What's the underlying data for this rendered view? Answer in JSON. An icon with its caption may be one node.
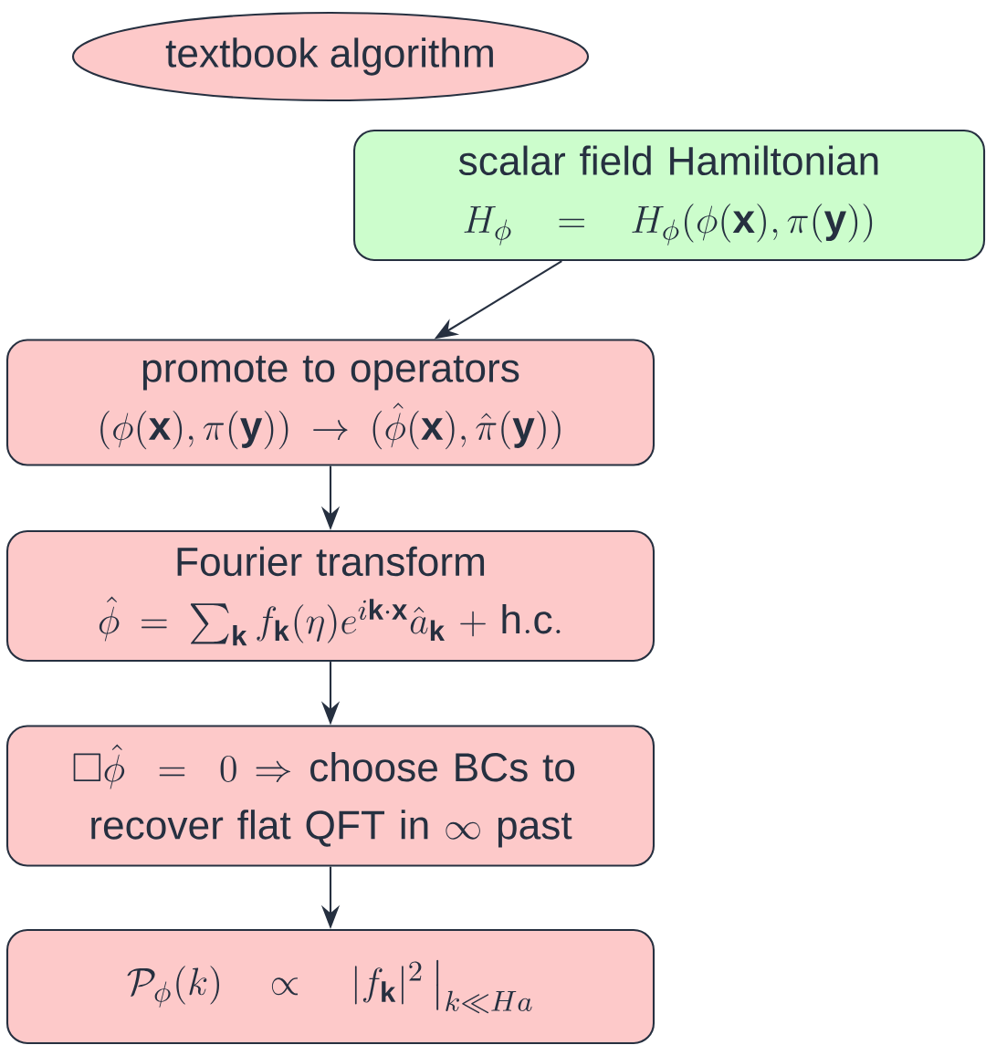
{
  "diagram": {
    "nodes": [
      {
        "text": [
          "textbook algorithm"
        ]
      },
      {
        "text": [
          "scalar field Hamiltonian",
          "H_{\\phi} \\;=\\; H_{\\phi}(\\phi(\\mathbf{x}),\\pi(\\mathbf{y}))"
        ]
      },
      {
        "text": [
          "promote to operators",
          "(\\phi(\\mathbf{x}),\\pi(\\mathbf{y})) \\to (\\hat{\\phi}(\\mathbf{x}),\\hat{\\pi}(\\mathbf{y}))"
        ]
      },
      {
        "text": [
          "Fourier transform",
          "\\hat{\\phi} = \\sum_{\\mathbf{k}} f_{\\mathbf{k}}(\\eta) e^{i\\mathbf{k}\\cdot\\mathbf{x}}\\hat{a}_{\\mathbf{k}} + \\mathrm{h.c.}"
        ]
      },
      {
        "text": [
          "\\Box\\hat{\\phi} \\;=\\; 0 \\Rightarrow \\mbox{choose BCs to }\\allowbreak\\mbox{recover flat QFT in }\\infty\\mbox{ past}"
        ]
      },
      {
        "text": [
          "\\mathcal{P}_{\\phi}(k) \\;\\propto\\; \\left.|f_{\\mathbf{k}}|^2\\,\\right|_{k\\ll Ha}"
        ]
      }
    ],
    "edges": [
      {
        "from": 1,
        "to": 2,
        "arrow": "to"
      },
      {
        "from": 2,
        "to": 3,
        "arrow": "to"
      },
      {
        "from": 3,
        "to": 4,
        "arrow": "to"
      },
      {
        "from": 4,
        "to": 5,
        "arrow": "to"
      }
    ]
  }
}
